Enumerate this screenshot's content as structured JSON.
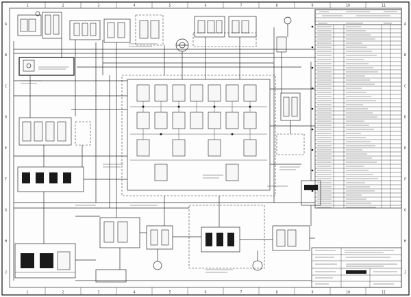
{
  "drawing": {
    "zone_columns": [
      "1",
      "2",
      "3",
      "4",
      "5",
      "6",
      "7",
      "8",
      "9",
      "10",
      "11"
    ],
    "zone_rows": [
      "A",
      "B",
      "C",
      "D",
      "E",
      "F",
      "G",
      "H",
      "J"
    ]
  },
  "colors": {
    "line": "#2a2a2a",
    "background": "#fdfdfd",
    "filled_symbol": "#1a1a1a"
  }
}
